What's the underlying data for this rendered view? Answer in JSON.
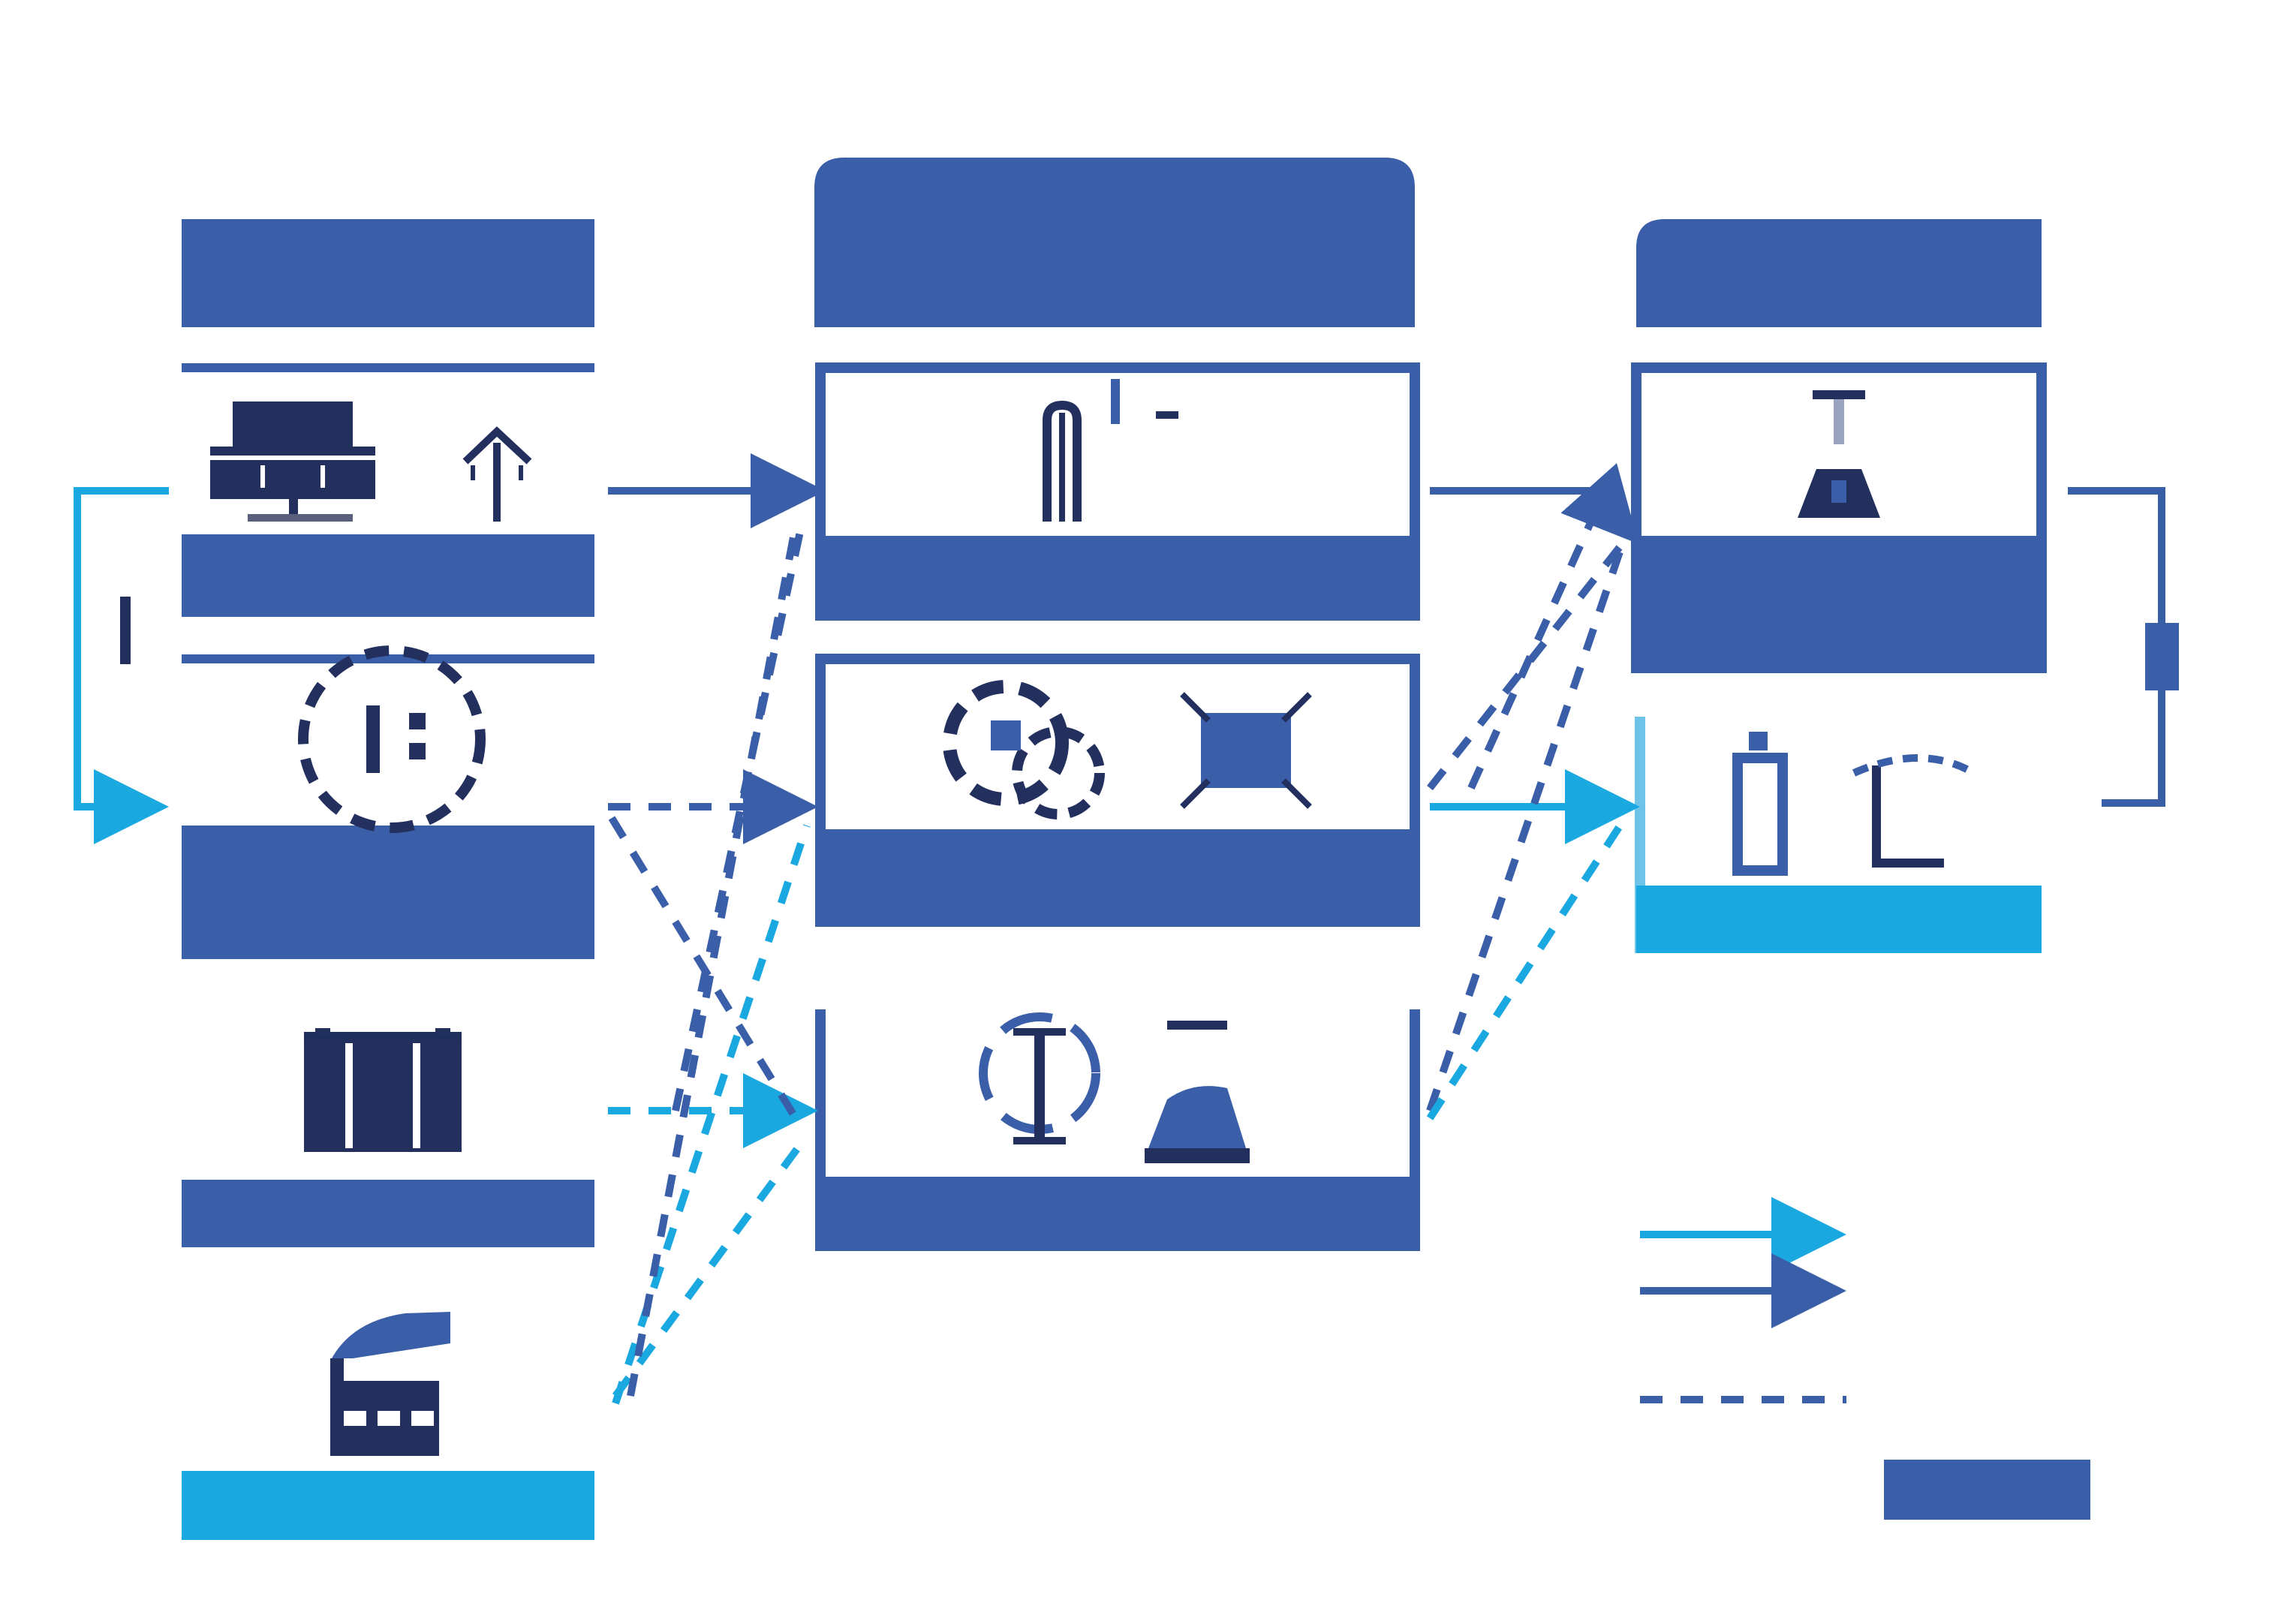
{
  "title": "",
  "colors": {
    "primary_blue": "#3a5ea8",
    "cyan": "#1aa8e0",
    "navy": "#23305e",
    "white": "#ffffff"
  },
  "columns": {
    "left_header": "",
    "middle_header": "",
    "right_header": ""
  },
  "left_items": [
    {
      "label": "",
      "icons": [
        "solar-panel-icon",
        "wind-turbine-icon"
      ]
    },
    {
      "label": "",
      "icons": [
        "gear-cycle-icon"
      ]
    },
    {
      "label": "",
      "icons": [
        "battery-storage-icon"
      ]
    },
    {
      "label": "",
      "icons": [
        "factory-icon"
      ],
      "highlight": true
    }
  ],
  "middle_items": [
    {
      "label": "",
      "icons": [
        "tower-icon"
      ]
    },
    {
      "label": "",
      "icons": [
        "recycle-gears-icon",
        "cpu-chip-icon"
      ]
    },
    {
      "label": "",
      "icons": [
        "anchor-icon",
        "ship-icon"
      ]
    }
  ],
  "right_items": [
    {
      "label": "",
      "icons": [
        "flask-station-icon"
      ]
    },
    {
      "label": "",
      "icons": [
        "home-appliance-icon"
      ],
      "highlight": true
    }
  ],
  "legend": {
    "title": "",
    "entries": [
      {
        "label": "",
        "style": "solid-cyan"
      },
      {
        "label": "",
        "style": "solid-blue"
      },
      {
        "label": "",
        "style": "dashed-blue"
      }
    ],
    "footer_text": "",
    "footer_badge": ""
  }
}
